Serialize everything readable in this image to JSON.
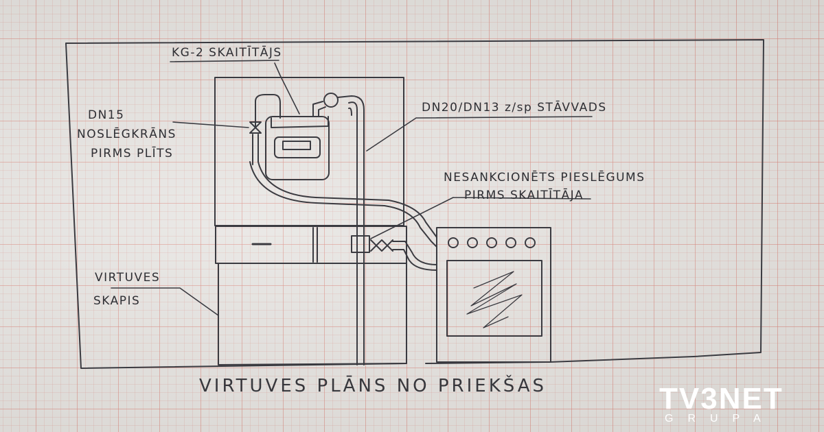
{
  "labels": {
    "meter": "KG-2 SKAITĪTĀJS",
    "shutoff_line1": "DN15",
    "shutoff_line2": "NOSLĒGKRĀNS",
    "shutoff_line3": "PIRMS PLĪTS",
    "riser": "DN20/DN13 z/sp STĀVVADS",
    "illegal_line1": "NESANKCIONĒTS PIESLĒGUMS",
    "illegal_line2": "PIRMS SKAITĪTĀJA",
    "cabinet_line1": "VIRTUVES",
    "cabinet_line2": "SKAPIS"
  },
  "caption": "VIRTUVES PLĀNS NO PRIEKŠAS",
  "logo": {
    "main": "TV3NET",
    "sub": "GRUPA"
  },
  "colors": {
    "pencil": "#3a3a40",
    "paper": "#e4e2df",
    "grid": "#d6786e"
  }
}
